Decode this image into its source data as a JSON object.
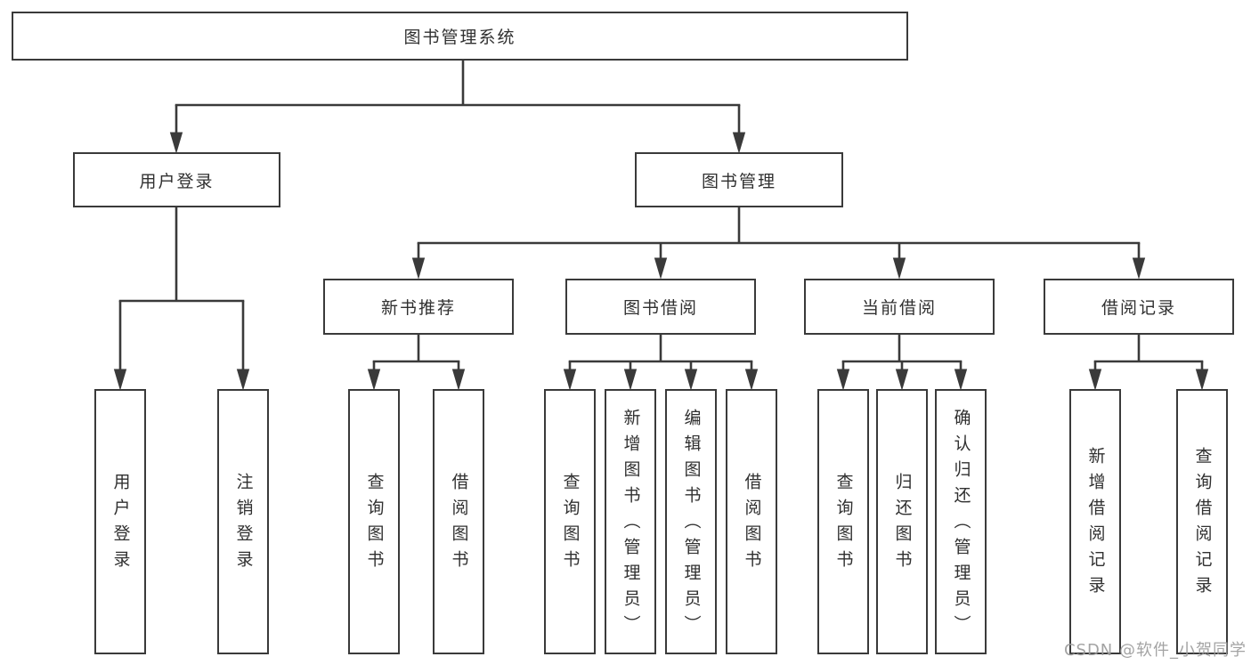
{
  "title_box": {
    "label": "图书管理系统"
  },
  "level2": [
    {
      "label": "用户登录"
    },
    {
      "label": "图书管理"
    }
  ],
  "level3": [
    {
      "label": "新书推荐"
    },
    {
      "label": "图书借阅"
    },
    {
      "label": "当前借阅"
    },
    {
      "label": "借阅记录"
    }
  ],
  "leaves": [
    {
      "label": "用户登录"
    },
    {
      "label": "注销登录"
    },
    {
      "label": "查询图书"
    },
    {
      "label": "借阅图书"
    },
    {
      "label": "查询图书"
    },
    {
      "label": "新增图书（管理员）"
    },
    {
      "label": "编辑图书（管理员）"
    },
    {
      "label": "借阅图书"
    },
    {
      "label": "查询图书"
    },
    {
      "label": "归还图书"
    },
    {
      "label": "确认归还（管理员）"
    },
    {
      "label": "新增借阅记录"
    },
    {
      "label": "查询借阅记录"
    }
  ],
  "watermark": {
    "text": "CSDN @软件_小贺同学"
  },
  "colors": {
    "line": "#3a3a3a",
    "text": "#303030",
    "watermark": "#9c9c9c",
    "background": "#ffffff"
  }
}
